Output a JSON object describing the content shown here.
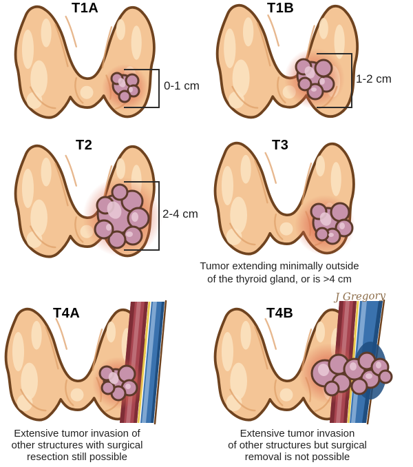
{
  "figure": {
    "type": "medical-illustration",
    "subject": "Thyroid cancer tumor T-staging"
  },
  "panels": [
    {
      "id": "t1a",
      "label": "T1A",
      "measurement": "0-1 cm"
    },
    {
      "id": "t1b",
      "label": "T1B",
      "measurement": "1-2 cm"
    },
    {
      "id": "t2",
      "label": "T2",
      "measurement": "2-4 cm"
    },
    {
      "id": "t3",
      "label": "T3",
      "caption": "Tumor extending minimally outside\nof the thyroid gland, or is >4 cm"
    },
    {
      "id": "t4a",
      "label": "T4A",
      "caption": "Extensive tumor invasion of\nother structures with surgical\nresection still possible"
    },
    {
      "id": "t4b",
      "label": "T4B",
      "caption": "Extensive tumor invasion\nof other structures but surgical\nremoval is not possible"
    }
  ],
  "signature": "J Gregory",
  "colors": {
    "background": "#ffffff",
    "text": "#1f1f1f",
    "label": "#000000",
    "bracket": "#2b2b2b",
    "signature-ink": "#8d6e4b",
    "gland": "#f4c596",
    "gland-light": "#fae3c2",
    "gland-shade": "#dfa06a",
    "outline": "#6f431f",
    "tumor": "#c792ab",
    "tumor-light": "#e7c6d4",
    "tumor-dark": "#9c6484",
    "tumor-outline": "#5d3a2a",
    "halo": "#dc6a50",
    "artery": "#a84550",
    "artery-dark": "#7e2d36",
    "artery-light": "#c8838a",
    "nerve": "#e8c94e",
    "vein": "#3a72ae",
    "vein-light": "#8cb0d8",
    "vein-dark": "#1f4e80"
  }
}
